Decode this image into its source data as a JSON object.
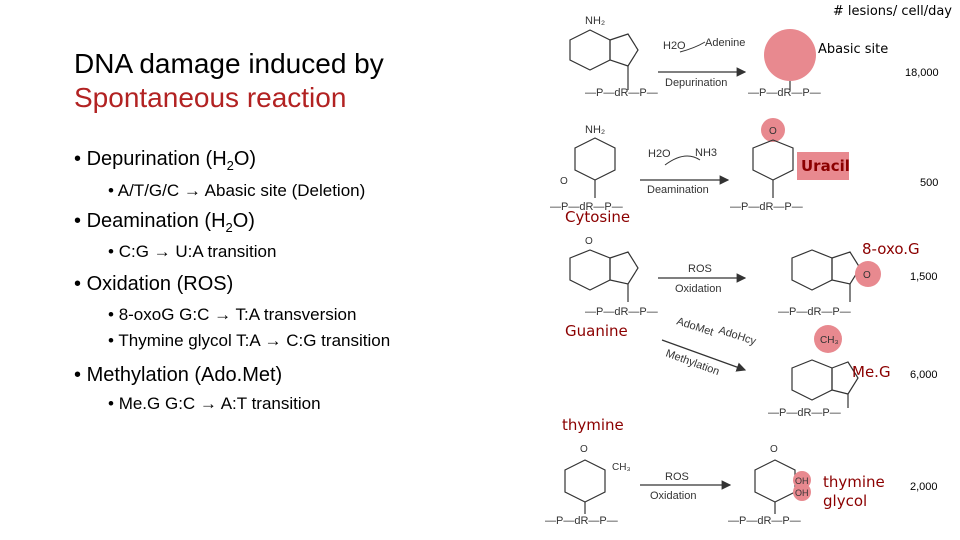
{
  "header": {
    "units": "# lesions/ cell/day"
  },
  "title": {
    "line1": "DNA damage induced by",
    "line2": "Spontaneous reaction"
  },
  "bullets": [
    {
      "label_pre": "Depurination (H",
      "sub": "2",
      "label_post": "O)",
      "subs": [
        "A/T/G/C → Abasic site (Deletion)"
      ]
    },
    {
      "label_pre": "Deamination (H",
      "sub": "2",
      "label_post": "O)",
      "subs": [
        "C:G → U:A  transition"
      ]
    },
    {
      "label": "Oxidation (ROS)",
      "subs": [
        "8-oxoG G:C → T:A transversion",
        "Thymine glycol T:A → C:G transition"
      ]
    },
    {
      "label": "Methylation (Ado.Met)",
      "subs": [
        "Me.G G:C → A:T transition"
      ]
    }
  ],
  "annotations": {
    "abasic": "Abasic site",
    "uracil": "Uracil",
    "cytosine": "Cytosine",
    "oxog": "8-oxo.G",
    "guanine": "Guanine",
    "meg": "Me.G",
    "thymine": "thymine",
    "glycol_1": "thymine",
    "glycol_2": "glycol"
  },
  "reactions": {
    "depurination": {
      "reagent": "H2O",
      "product": "Adenine",
      "name": "Depurination"
    },
    "deamination": {
      "reagent": "H2O",
      "product": "NH3",
      "name": "Deamination"
    },
    "oxidation_g": {
      "reagent": "ROS",
      "name": "Oxidation"
    },
    "methylation": {
      "reagent": "AdoMet",
      "product": "AdoHcy",
      "name": "Methylation"
    },
    "oxidation_t": {
      "reagent": "ROS",
      "name": "Oxidation"
    }
  },
  "counts": [
    "18,000",
    "500",
    "1,500",
    "6,000",
    "2,000"
  ],
  "backbone": "—P—dR—P—",
  "colors": {
    "highlight": "#e8898f",
    "title_red": "#b22222",
    "label_red": "#8b0000"
  }
}
